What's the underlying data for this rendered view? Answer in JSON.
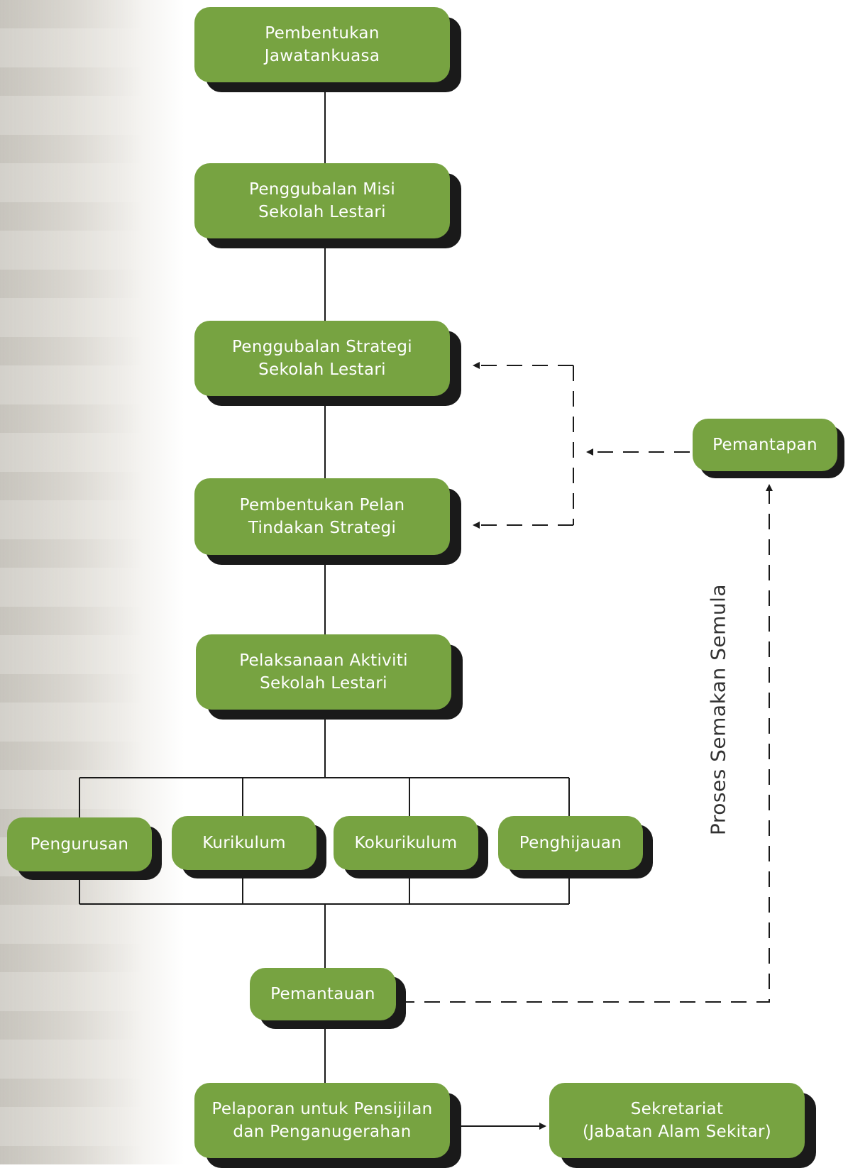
{
  "nodes": {
    "pembentukan_jawatankuasa": [
      "Pembentukan",
      "Jawatankuasa"
    ],
    "penggubalan_misi": [
      "Penggubalan Misi",
      "Sekolah Lestari"
    ],
    "penggubalan_strategi": [
      "Penggubalan Strategi",
      "Sekolah Lestari"
    ],
    "pembentukan_pelan": [
      "Pembentukan Pelan",
      "Tindakan Strategi"
    ],
    "pelaksanaan": [
      "Pelaksanaan Aktiviti",
      "Sekolah Lestari"
    ],
    "pengurusan": [
      "Pengurusan"
    ],
    "kurikulum": [
      "Kurikulum"
    ],
    "kokurikulum": [
      "Kokurikulum"
    ],
    "penghijauan": [
      "Penghijauan"
    ],
    "pemantauan": [
      "Pemantauan"
    ],
    "pelaporan": [
      "Pelaporan untuk Pensijilan",
      "dan Penganugerahan"
    ],
    "sekretariat": [
      "Sekretariat",
      "(Jabatan Alam Sekitar)"
    ],
    "pemantapan": [
      "Pemantapan"
    ]
  },
  "feedback_label": "Proses Semakan Semula",
  "colors": {
    "box_fill": "#77a341",
    "box_shadow": "#1a1a1a",
    "box_text": "#ffffff",
    "line": "#1a1a1a"
  }
}
